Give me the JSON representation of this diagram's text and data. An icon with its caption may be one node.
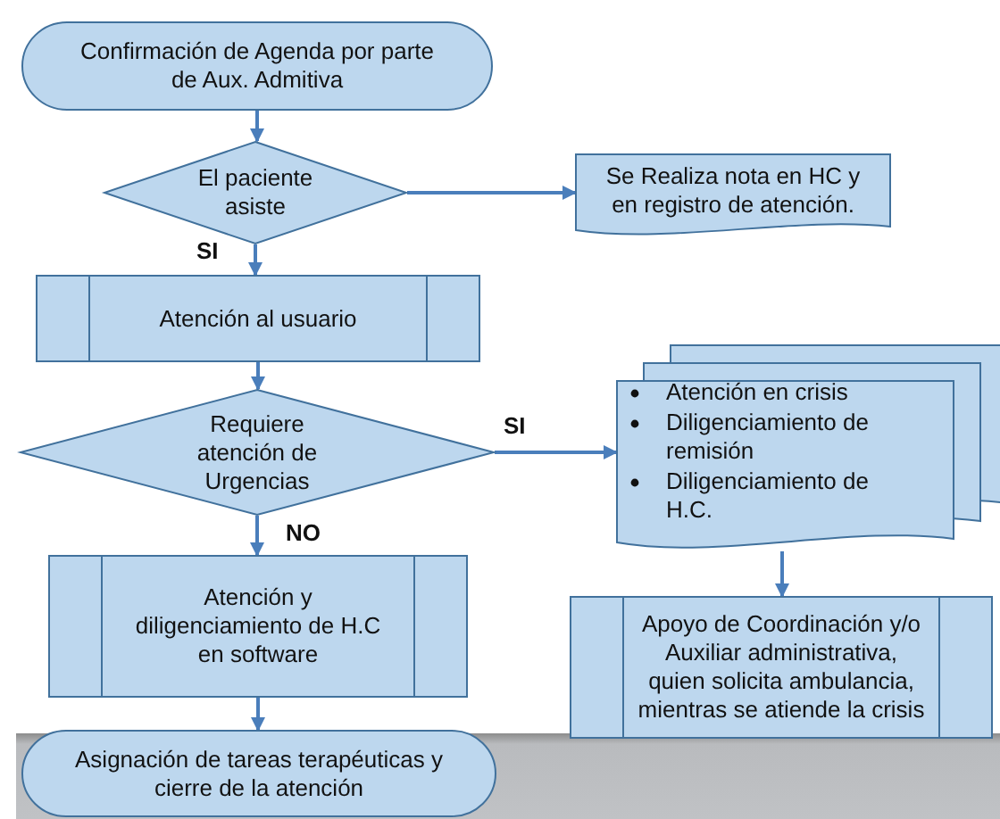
{
  "diagram": {
    "nodes": [
      {
        "text": [
          "Confirmación de Agenda por parte de Aux. Admitiva"
        ]
      },
      {
        "text": [
          "El paciente asiste"
        ]
      },
      {
        "text": [
          "Se Realiza nota en HC y en registro de atención."
        ]
      },
      {
        "text": [
          "Atención al usuario"
        ]
      },
      {
        "text": [
          "Requiere atención de Urgencias"
        ]
      },
      {
        "text": [
          "Atención en crisis",
          "Diligenciamiento de remisión",
          "Diligenciamiento de H.C."
        ]
      },
      {
        "text": [
          "Atención y diligenciamiento de H.C en software"
        ]
      },
      {
        "text": [
          "Apoyo de Coordinación y/o Auxiliar administrativa, quien solicita ambulancia, mientras se atiende la crisis"
        ]
      },
      {
        "text": [
          "Asignación de tareas terapéuticas y cierre de la atención"
        ]
      }
    ],
    "edges": [
      {
        "from": 0,
        "to": 1,
        "arrow": "to"
      },
      {
        "from": 1,
        "to": 2,
        "arrow": "to"
      },
      {
        "from": 1,
        "to": 3,
        "arrow": "to",
        "label": "SI"
      },
      {
        "from": 3,
        "to": 4,
        "arrow": "to"
      },
      {
        "from": 4,
        "to": 5,
        "arrow": "to",
        "label": "SI"
      },
      {
        "from": 4,
        "to": 6,
        "arrow": "to",
        "label": "NO"
      },
      {
        "from": 5,
        "to": 7,
        "arrow": "to"
      },
      {
        "from": 6,
        "to": 8,
        "arrow": "to"
      }
    ]
  }
}
